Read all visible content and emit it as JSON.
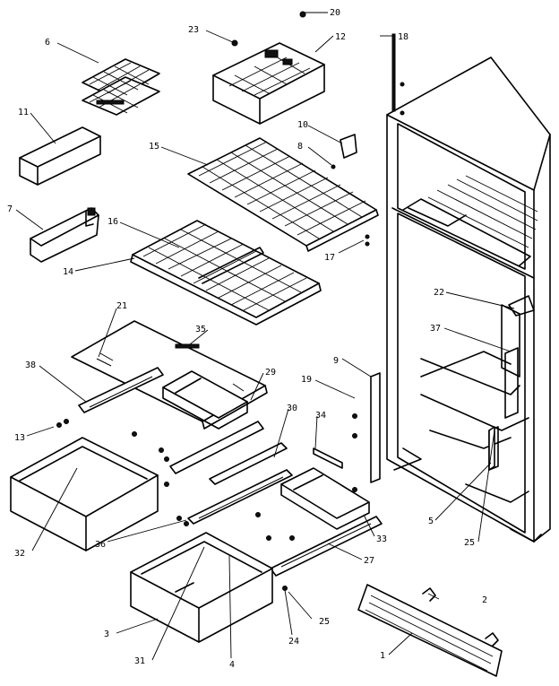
{
  "callouts": {
    "c1": "1",
    "c2": "2",
    "c3": "3",
    "c4": "4",
    "c5": "5",
    "c6": "6",
    "c7": "7",
    "c8": "8",
    "c9": "9",
    "c10": "10",
    "c11": "11",
    "c12": "12",
    "c13": "13",
    "c14": "14",
    "c15": "15",
    "c16": "16",
    "c17": "17",
    "c18": "18",
    "c19": "19",
    "c20": "20",
    "c21": "21",
    "c22": "22",
    "c23": "23",
    "c24": "24",
    "c25a": "25",
    "c25b": "25",
    "c27": "27",
    "c29": "29",
    "c30": "30",
    "c31": "31",
    "c32": "32",
    "c33": "33",
    "c34": "34",
    "c35": "35",
    "c36": "36",
    "c37": "37",
    "c38": "38"
  }
}
